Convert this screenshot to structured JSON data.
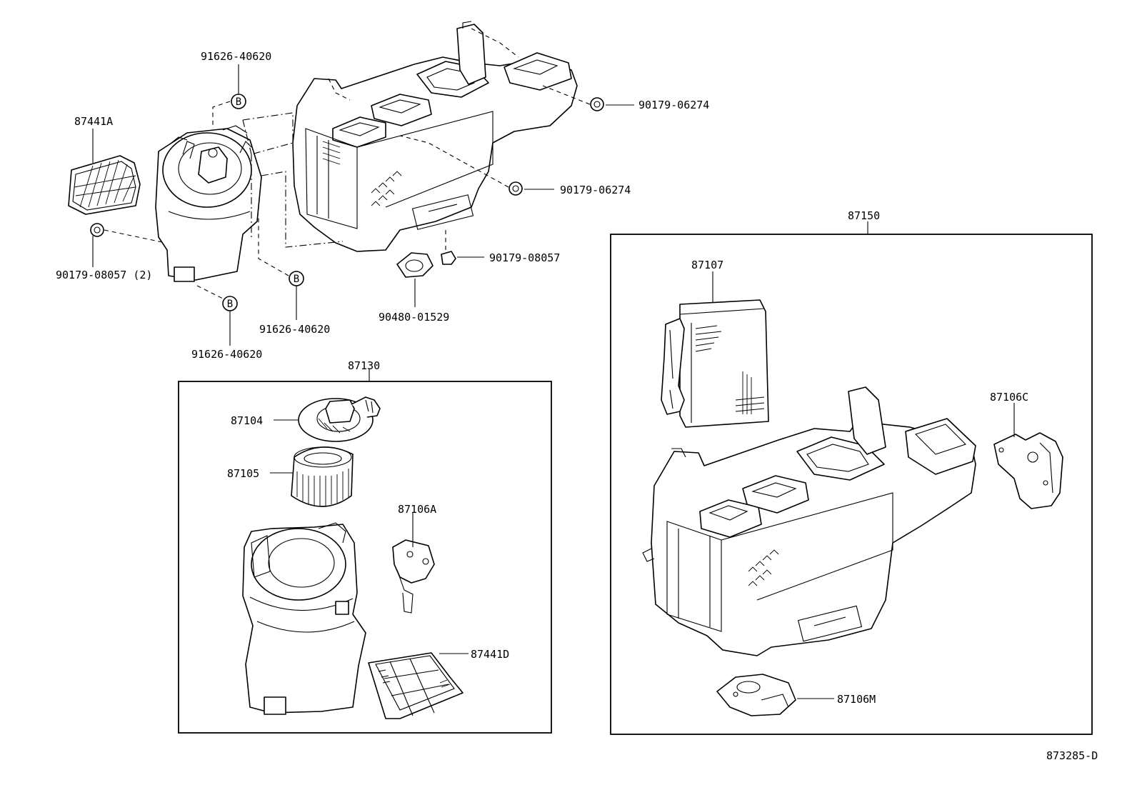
{
  "diagram": {
    "labels": {
      "p87441A": "87441A",
      "p91626_top": "91626-40620",
      "p90179_06274_a": "90179-06274",
      "p90179_06274_b": "90179-06274",
      "p90179_08057_2": "90179-08057 (2)",
      "p90179_08057": "90179-08057",
      "p90480_01529": "90480-01529",
      "p91626_mid": "91626-40620",
      "p91626_bottom": "91626-40620",
      "p87150": "87150",
      "p87107": "87107",
      "p87106C": "87106C",
      "p87106M": "87106M",
      "p87130": "87130",
      "p87104": "87104",
      "p87105": "87105",
      "p87106A": "87106A",
      "p87441D": "87441D"
    },
    "bolt_marker": "B",
    "figure_number": "873285-D"
  }
}
